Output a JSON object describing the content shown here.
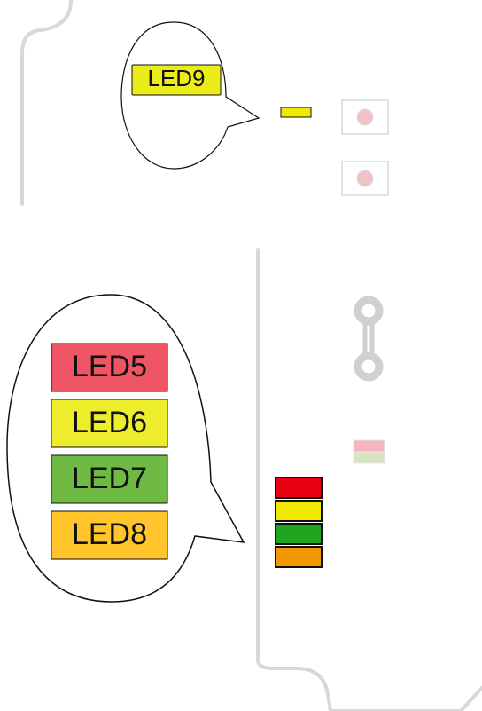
{
  "callouts": {
    "top": {
      "label": "LED9",
      "color": "#ecec1a"
    },
    "bottom": [
      {
        "label": "LED5",
        "color": "#ef5565"
      },
      {
        "label": "LED6",
        "color": "#eded2c"
      },
      {
        "label": "LED7",
        "color": "#6fba43"
      },
      {
        "label": "LED8",
        "color": "#ffc52a"
      }
    ]
  },
  "board_leds": {
    "top_single": "#f1ea00",
    "stack": [
      "#e60012",
      "#f1ea00",
      "#1fa51f",
      "#f39800"
    ]
  },
  "colors": {
    "board_outline": "#d8d8d8",
    "faint_component": "#d0d0d0",
    "pink_button": "#f3c2c8",
    "faint_led_top": "#f5b5c0",
    "faint_led_bottom": "#d9e2c2"
  }
}
